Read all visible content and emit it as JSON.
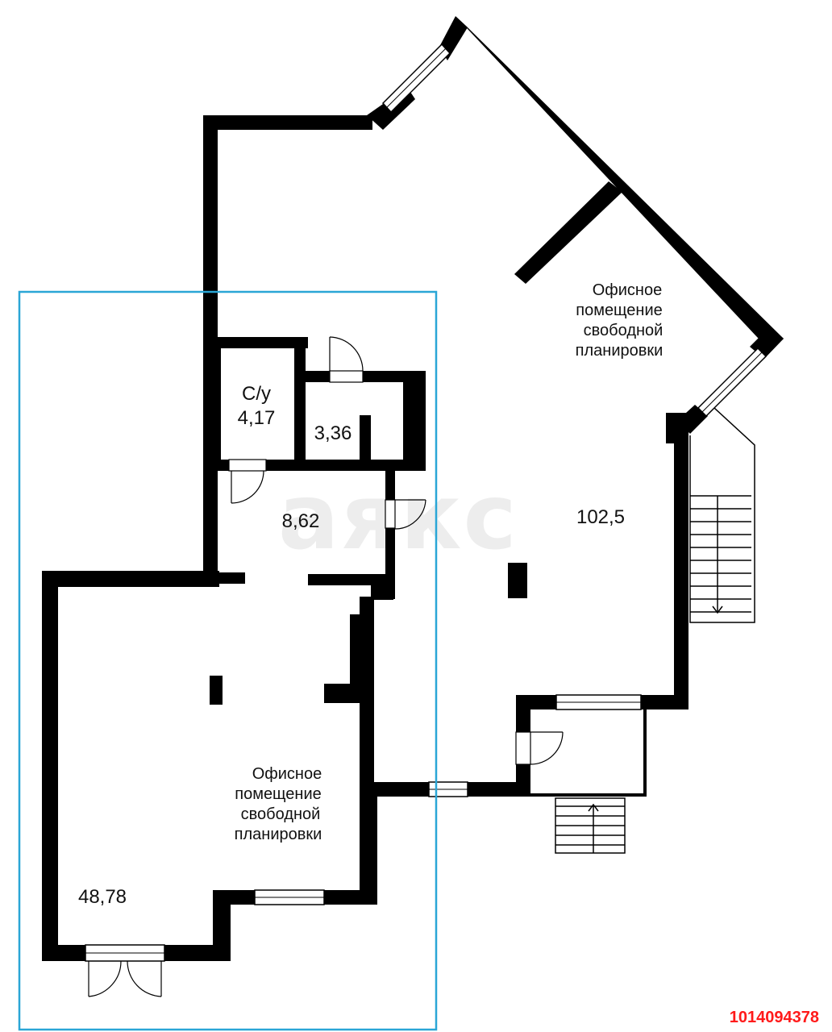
{
  "watermark": "аякс",
  "listing_id": "1014094378",
  "colors": {
    "wall": "#000000",
    "highlight": "#2aa6d6",
    "listing_id": "#ff1a1a",
    "watermark": "#ededed"
  },
  "rooms": {
    "bathroom": {
      "label": "С/у",
      "area": "4,17"
    },
    "storage": {
      "area": "3,36"
    },
    "hall": {
      "area": "8,62"
    },
    "office_small": {
      "area": "48,78",
      "desc": [
        "Офисное",
        "помещение",
        "свободной",
        "планировки"
      ]
    },
    "office_large": {
      "area": "102,5",
      "desc": [
        "Офисное",
        "помещение",
        "свободной",
        "планировки"
      ]
    }
  }
}
